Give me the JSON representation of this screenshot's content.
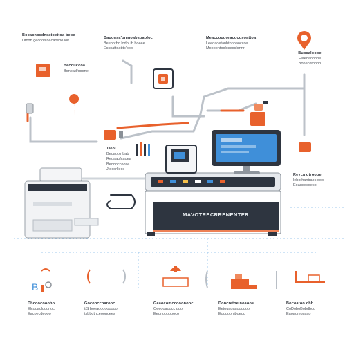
{
  "machine": {
    "panel_label": "MAVOTRECRRENENTER"
  },
  "labels": {
    "top_left": {
      "title": "Bocacnosdneatoettoa bepe",
      "sub": "Dtbdb gecoofcoacaosoo loit"
    },
    "top_mid": {
      "title": "Baponsa'onmoabsoaoloc",
      "sub": "Beeborbo lodbi ib hoeee",
      "sub2": "Eccoattoatttc'ooo"
    },
    "top_right": {
      "title": "Meaccopuoracocosoattoa",
      "sub": "Leeoaoetanbtonoaoccce",
      "sub2": "Moooontooloseoclonnr"
    },
    "far_right": {
      "title": "Buocaloooe",
      "sub": "Elaeoaooooe",
      "sub2": "Bonecotoooo"
    },
    "orange_tag": {
      "title": "Becouccoa",
      "sub": "Bonoadfooone"
    },
    "mid_left": {
      "title": "Tieoi",
      "sub": "Beoaoolnbab",
      "sub2": "Reuaaofcaoea",
      "sub3": "Beoooccoose",
      "sub4": "Jtocorliece"
    },
    "mid_right": {
      "title": "Reyca otroooe",
      "sub": "leborhanbaoc ooo",
      "sub2": "Eoaudocoeco"
    },
    "bottom_1": {
      "title": "Dbcoocooobo",
      "sub": "Elcooaclooonoc",
      "sub2": "Eacoecdeooo"
    },
    "bottom_2": {
      "title": "Gocooccoarooc",
      "sub": "tiS boeaooooooooo",
      "sub2": "tsbbdtnceooncees"
    },
    "bottom_3": {
      "title": "Geaocomccooonooc",
      "sub": "Oeeooaoocc uoo",
      "sub2": "Eeonooooooco"
    },
    "bottom_4": {
      "title": "Doncretoe'noaoos",
      "sub": "Eetouaoaaoooooo",
      "sub2": "Eooooomboeoo"
    },
    "bottom_5": {
      "title": "Bocoatoo ohb",
      "sub": "CoDoboBobdbco",
      "sub2": "Eaoaomoacao"
    }
  },
  "colors": {
    "accent": "#e8612c",
    "line": "#b9bfc6",
    "dark": "#2e3540",
    "screen": "#3f8fd9"
  }
}
